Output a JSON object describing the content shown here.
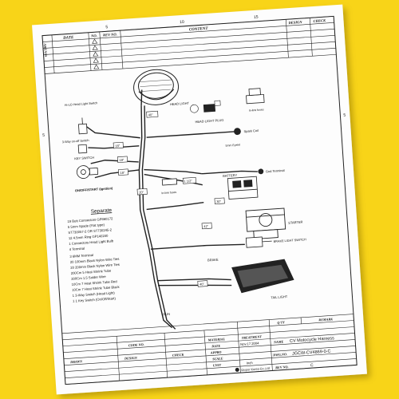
{
  "header": {
    "tick_5": "5",
    "tick_10": "10",
    "tick_15": "15",
    "content_label": "CONTENT",
    "design_label": "DESIGN",
    "check_label": "CHECK",
    "amend_label": "AMENDS",
    "date_label": "DATE",
    "no_label": "NO.",
    "rev_no_label": "REV NO."
  },
  "margin_ticks": {
    "left_mid": "5",
    "right_mid": "5"
  },
  "diagram_labels": {
    "head_light": "HEAD LIGHT",
    "hilo_switch": "Hi-LO Head Light Switch",
    "head_light_plug": "HEAD LIGHT PLUG",
    "in_line_fuses_top": "In-line fuses",
    "spark_coil": "Spark Coil",
    "way_switch": "3-Way on-off Switch",
    "key_switch": "KEY SWITCH",
    "on_off_start": "ON/OFF/START (Ignition)",
    "in_line_fuses_mid": "In-line fuses",
    "battery": "BATTERY",
    "gnd_terminal": "Gnd Terminal",
    "starter": "STARTER",
    "brake_light_switch": "BRAKE LIGHT SWITCH",
    "brake": "BRAKE",
    "tail_light": "TAIL LIGHT",
    "run": "RUN",
    "len_18a": "18\"",
    "len_40": "40\"",
    "len_18b": "18\"",
    "len_18c": "18\"",
    "len_1_2": "1 1/2\"",
    "len_20": "20\"",
    "len_30": "30\"",
    "len_42": "42\"",
    "len_40b": "40\"",
    "len_5mm": "5mm Eyelet"
  },
  "separate": {
    "title": "Separate",
    "items": [
      "19 Butt Connectors        GP860172",
      "5  5mm Spade (Flat type)",
      "   ST730057-2 OR  ST730245-2",
      "12  4.5mm Ring       GP140240",
      "1  Connectors Head Light Bulb",
      "4  Terminal",
      "3  6MM Terminal",
      "20 100mm Black Nylon Wire Ties",
      "20 200mm Black Nylon Wire Ties",
      "200Cm 5 Heat Shrink Tube",
      "200Cm 1.5 Solder Wire",
      "10Cm 7 Heat Shrink Tube Red",
      "10Cm 7 Heat Shrink Tube Black",
      "1  3-Way Switch (Head Light)",
      "1  1 Key Switch (On/Off/Start)"
    ]
  },
  "title_block": {
    "qty_label": "Q'TY",
    "remark_label": "REMARK",
    "code_no_label": "CODE NO.",
    "material_label": "MATERIAL",
    "treatment_label": "TREATMENT",
    "date_label": "DATE",
    "date_value": "Nov.17.2004",
    "name_label": "NAME",
    "name_value": "CV Motocycle Harness",
    "drawn_label": "DRAWN",
    "design_label": "DESIGN",
    "check_label": "CHECK",
    "appro_label": "APPRO",
    "scale_label": "SCALE",
    "dwg_no_label": "DWG.NO.",
    "dwg_no_value": "JGCW-CV4869-0-C",
    "unit_label": "UNIT",
    "unit_value": "Inch",
    "company": "Gixpor Korea Co.,Ltd",
    "rev_no_label": "REV NO.",
    "rev_no_value": "C"
  }
}
